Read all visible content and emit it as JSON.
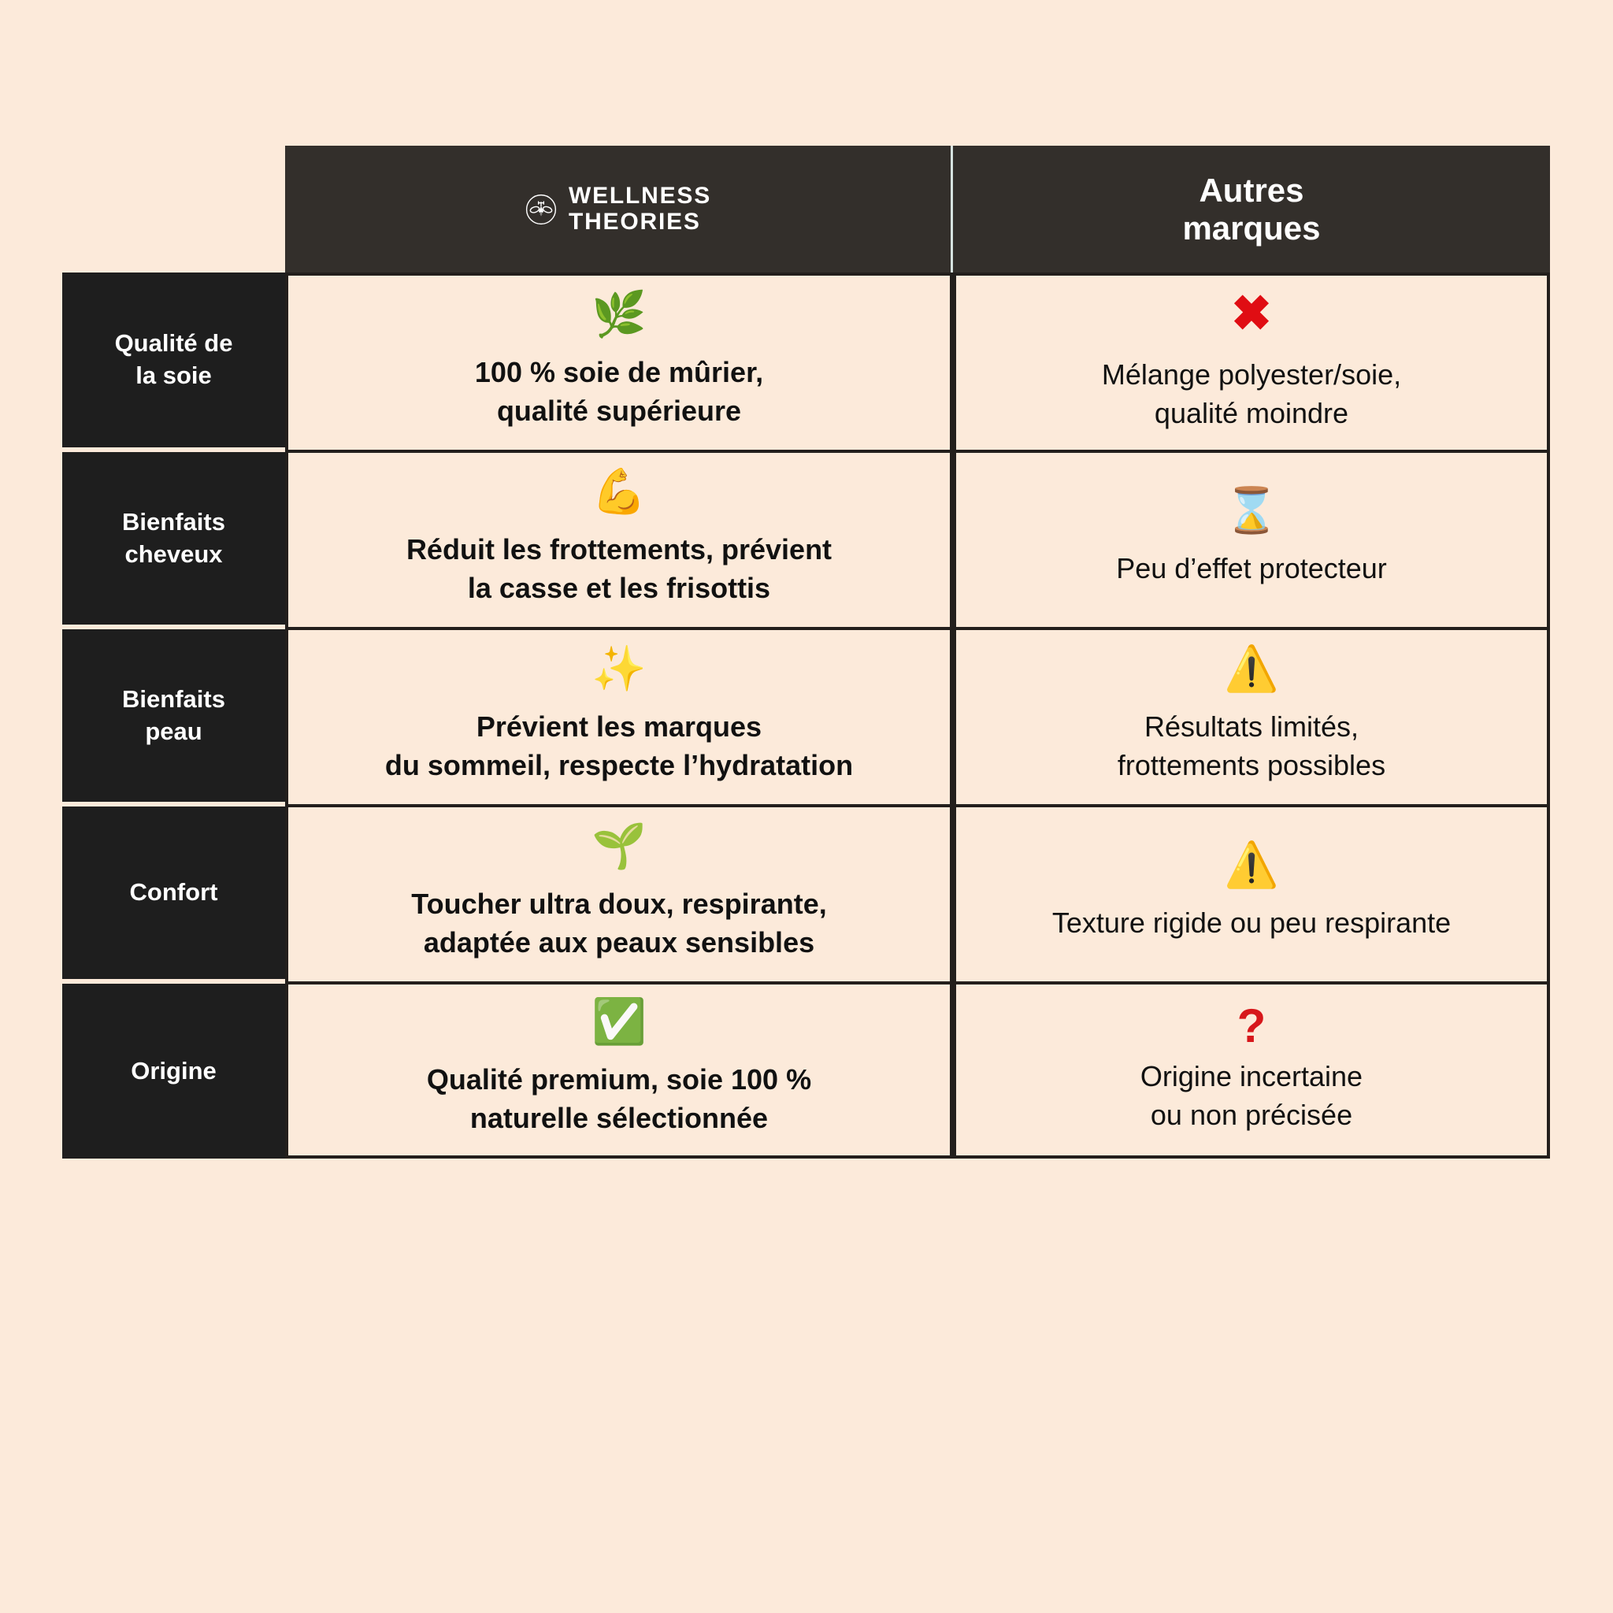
{
  "palette": {
    "background": "#FCEADA",
    "header_dark": "#332F2B",
    "label_dark": "#1E1E1E",
    "border_dark": "#231F1C",
    "text_dark": "#111111",
    "text_light": "#FFFFFF",
    "accent_red": "#E00D13",
    "accent_question_red": "#D7171B",
    "header_divider": "#D7E3E0"
  },
  "header": {
    "label_spacer": "",
    "brand": {
      "logo_icon": "bee-in-circle-logo",
      "line1": "WELLNESS",
      "line2": "THEORIES"
    },
    "other": {
      "title": "Autres\nmarques"
    }
  },
  "rows": [
    {
      "label": "Qualité de\nla soie",
      "brand": {
        "icon": "herb-leaves-emoji",
        "icon_glyph": "🌿",
        "text": "100 % soie de mûrier,\nqualité supérieure",
        "segments": [
          {
            "text": "100 % soie de mûrier,\nqualité supérieure",
            "bold": true
          }
        ]
      },
      "other": {
        "icon": "cross-mark-emoji",
        "icon_glyph": "✖",
        "text": "Mélange polyester/soie,\nqualité moindre",
        "segments": [
          {
            "text": "Mélange polyester/soie,\nqualité moindre",
            "bold": false
          }
        ]
      }
    },
    {
      "label": "Bienfaits\ncheveux",
      "brand": {
        "icon": "flexed-biceps-emoji",
        "icon_glyph": "💪",
        "text": "Réduit les frottements, prévient\nla casse et les frisottis",
        "segments": [
          {
            "text": "Réduit les frottements, prévient\nla casse et les frisottis",
            "bold": true
          }
        ]
      },
      "other": {
        "icon": "hourglass-emoji",
        "icon_glyph": "⌛",
        "text": "Peu d’effet protecteur",
        "segments": [
          {
            "text": "Peu d’effet protecteur",
            "bold": false
          }
        ]
      }
    },
    {
      "label": "Bienfaits\npeau",
      "brand": {
        "icon": "sparkles-emoji",
        "icon_glyph": "✨",
        "text": "Prévient les marques\ndu sommeil, respecte l’hydratation",
        "segments": [
          {
            "text": "Prévient ",
            "bold": false
          },
          {
            "text": "les marques\ndu sommeil,",
            "bold": true
          },
          {
            "text": " respecte ",
            "bold": false
          },
          {
            "text": "l’hydratation",
            "bold": true
          }
        ]
      },
      "other": {
        "icon": "warning-sign-emoji",
        "icon_glyph": "⚠️",
        "text": "Résultats limités,\nfrottements possibles",
        "segments": [
          {
            "text": "Résultats limités,\nfrottements possibles",
            "bold": false
          }
        ]
      }
    },
    {
      "label": "Confort",
      "brand": {
        "icon": "seedling-emoji",
        "icon_glyph": "🌱",
        "text": "Toucher ultra doux, respirante,\nadaptée aux peaux sensibles",
        "segments": [
          {
            "text": "Toucher ",
            "bold": false
          },
          {
            "text": "ultra doux, respirante,\nadaptée aux peaux sensibles",
            "bold": true
          }
        ]
      },
      "other": {
        "icon": "warning-sign-emoji",
        "icon_glyph": "⚠️",
        "text": "Texture rigide ou peu respirante",
        "segments": [
          {
            "text": "Texture rigide ou peu respirante",
            "bold": false
          }
        ]
      }
    },
    {
      "label": "Origine",
      "brand": {
        "icon": "check-mark-button-emoji",
        "icon_glyph": "✅",
        "text": "Qualité premium, soie 100 %\nnaturelle sélectionnée",
        "segments": [
          {
            "text": "Qualité ",
            "bold": false
          },
          {
            "text": "premium, soie 100 %\nnaturelle",
            "bold": true
          },
          {
            "text": " sélectionnée",
            "bold": false
          }
        ]
      },
      "other": {
        "icon": "red-question-mark",
        "icon_glyph": "?",
        "text": "Origine incertaine\nou non précisée",
        "segments": [
          {
            "text": "Origine incertaine\nou non précisée",
            "bold": false
          }
        ]
      }
    }
  ]
}
